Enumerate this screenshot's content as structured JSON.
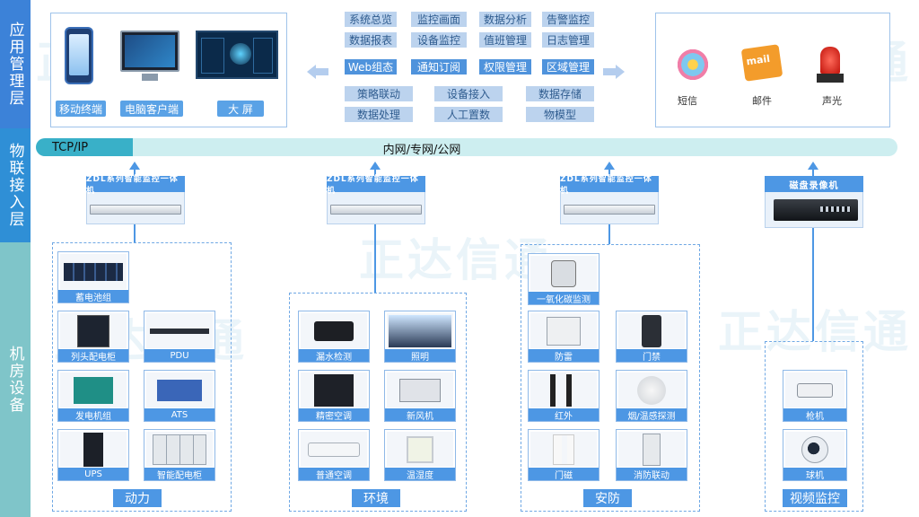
{
  "layers": [
    "应用管理层",
    "物联接入层",
    "机房设备"
  ],
  "colors": {
    "layer_top": "#3c82d8",
    "layer_mid": "#2f8fd6",
    "layer_bottom": "#7fc5c9",
    "accent": "#4d97e4",
    "network_bar": "#cdeef0"
  },
  "watermark": "正达信通",
  "clients": [
    "移动终端",
    "电脑客户端",
    "大 屏"
  ],
  "functions": {
    "row1": [
      "系统总览",
      "监控画面",
      "数据分析",
      "告警监控"
    ],
    "row2": [
      "数据报表",
      "设备监控",
      "值班管理",
      "日志管理"
    ],
    "row3": [
      "Web组态",
      "通知订阅",
      "权限管理",
      "区域管理"
    ],
    "row4": [
      "策略联动",
      "设备接入",
      "数据存储"
    ],
    "row5": [
      "数据处理",
      "人工置数",
      "物模型"
    ]
  },
  "notify": [
    "短信",
    "邮件",
    "声光"
  ],
  "network": {
    "protocol": "TCP/IP",
    "label": "内网/专网/公网"
  },
  "devices": {
    "zdl1": "ZDL系列智能监控一体机",
    "zdl2": "ZDL系列智能监控一体机",
    "zdl3": "ZDL系列智能监控一体机",
    "nvr": "磁盘录像机"
  },
  "groups": {
    "power": {
      "title": "动力",
      "items": [
        "蓄电池组",
        "列头配电柜",
        "PDU",
        "发电机组",
        "ATS",
        "UPS",
        "智能配电柜"
      ]
    },
    "env": {
      "title": "环境",
      "items": [
        "漏水检测",
        "照明",
        "精密空调",
        "新风机",
        "普通空调",
        "温湿度"
      ]
    },
    "security": {
      "title": "安防",
      "items": [
        "一氧化碳监测",
        "防雷",
        "门禁",
        "红外",
        "烟/温感探测",
        "门磁",
        "消防联动"
      ]
    },
    "video": {
      "title": "视频监控",
      "items": [
        "枪机",
        "球机"
      ]
    }
  }
}
